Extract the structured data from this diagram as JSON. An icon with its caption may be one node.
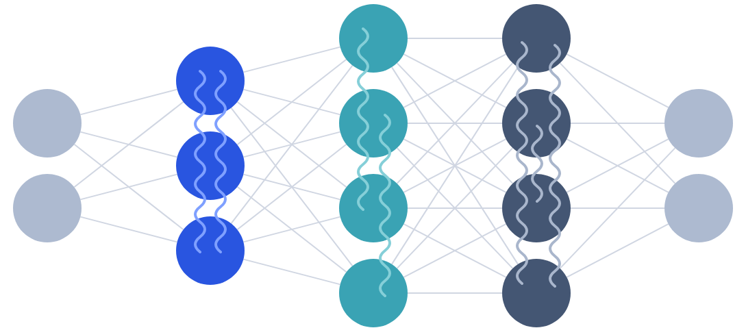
{
  "diagram": {
    "nodes": [
      {
        "text": [],
        "shape": "circle"
      },
      {
        "text": [],
        "shape": "circle"
      },
      {
        "text": [],
        "shape": "circle"
      },
      {
        "text": [],
        "shape": "circle"
      },
      {
        "text": [],
        "shape": "circle"
      },
      {
        "text": [],
        "shape": "circle"
      },
      {
        "text": [],
        "shape": "circle"
      },
      {
        "text": [],
        "shape": "circle"
      },
      {
        "text": [],
        "shape": "circle"
      },
      {
        "text": [],
        "shape": "circle"
      },
      {
        "text": [],
        "shape": "circle"
      },
      {
        "text": [],
        "shape": "circle"
      },
      {
        "text": [],
        "shape": "circle"
      },
      {
        "text": [],
        "shape": "circle"
      },
      {
        "text": [],
        "shape": "circle"
      }
    ],
    "edges": [
      {
        "from": 0,
        "to": 2,
        "arrow": "none"
      },
      {
        "from": 0,
        "to": 3,
        "arrow": "none"
      },
      {
        "from": 0,
        "to": 4,
        "arrow": "none"
      },
      {
        "from": 1,
        "to": 2,
        "arrow": "none"
      },
      {
        "from": 1,
        "to": 3,
        "arrow": "none"
      },
      {
        "from": 1,
        "to": 4,
        "arrow": "none"
      },
      {
        "from": 2,
        "to": 5,
        "arrow": "none"
      },
      {
        "from": 2,
        "to": 6,
        "arrow": "none"
      },
      {
        "from": 2,
        "to": 7,
        "arrow": "none"
      },
      {
        "from": 2,
        "to": 8,
        "arrow": "none"
      },
      {
        "from": 3,
        "to": 5,
        "arrow": "none"
      },
      {
        "from": 3,
        "to": 6,
        "arrow": "none"
      },
      {
        "from": 3,
        "to": 7,
        "arrow": "none"
      },
      {
        "from": 3,
        "to": 8,
        "arrow": "none"
      },
      {
        "from": 4,
        "to": 5,
        "arrow": "none"
      },
      {
        "from": 4,
        "to": 6,
        "arrow": "none"
      },
      {
        "from": 4,
        "to": 7,
        "arrow": "none"
      },
      {
        "from": 4,
        "to": 8,
        "arrow": "none"
      },
      {
        "from": 5,
        "to": 9,
        "arrow": "none"
      },
      {
        "from": 5,
        "to": 10,
        "arrow": "none"
      },
      {
        "from": 5,
        "to": 11,
        "arrow": "none"
      },
      {
        "from": 5,
        "to": 12,
        "arrow": "none"
      },
      {
        "from": 6,
        "to": 9,
        "arrow": "none"
      },
      {
        "from": 6,
        "to": 10,
        "arrow": "none"
      },
      {
        "from": 6,
        "to": 11,
        "arrow": "none"
      },
      {
        "from": 6,
        "to": 12,
        "arrow": "none"
      },
      {
        "from": 7,
        "to": 9,
        "arrow": "none"
      },
      {
        "from": 7,
        "to": 10,
        "arrow": "none"
      },
      {
        "from": 7,
        "to": 11,
        "arrow": "none"
      },
      {
        "from": 7,
        "to": 12,
        "arrow": "none"
      },
      {
        "from": 8,
        "to": 9,
        "arrow": "none"
      },
      {
        "from": 8,
        "to": 10,
        "arrow": "none"
      },
      {
        "from": 8,
        "to": 11,
        "arrow": "none"
      },
      {
        "from": 8,
        "to": 12,
        "arrow": "none"
      },
      {
        "from": 9,
        "to": 13,
        "arrow": "none"
      },
      {
        "from": 9,
        "to": 14,
        "arrow": "none"
      },
      {
        "from": 10,
        "to": 13,
        "arrow": "none"
      },
      {
        "from": 10,
        "to": 14,
        "arrow": "none"
      },
      {
        "from": 11,
        "to": 13,
        "arrow": "none"
      },
      {
        "from": 11,
        "to": 14,
        "arrow": "none"
      },
      {
        "from": 12,
        "to": 13,
        "arrow": "none"
      },
      {
        "from": 12,
        "to": 14,
        "arrow": "none"
      }
    ]
  }
}
